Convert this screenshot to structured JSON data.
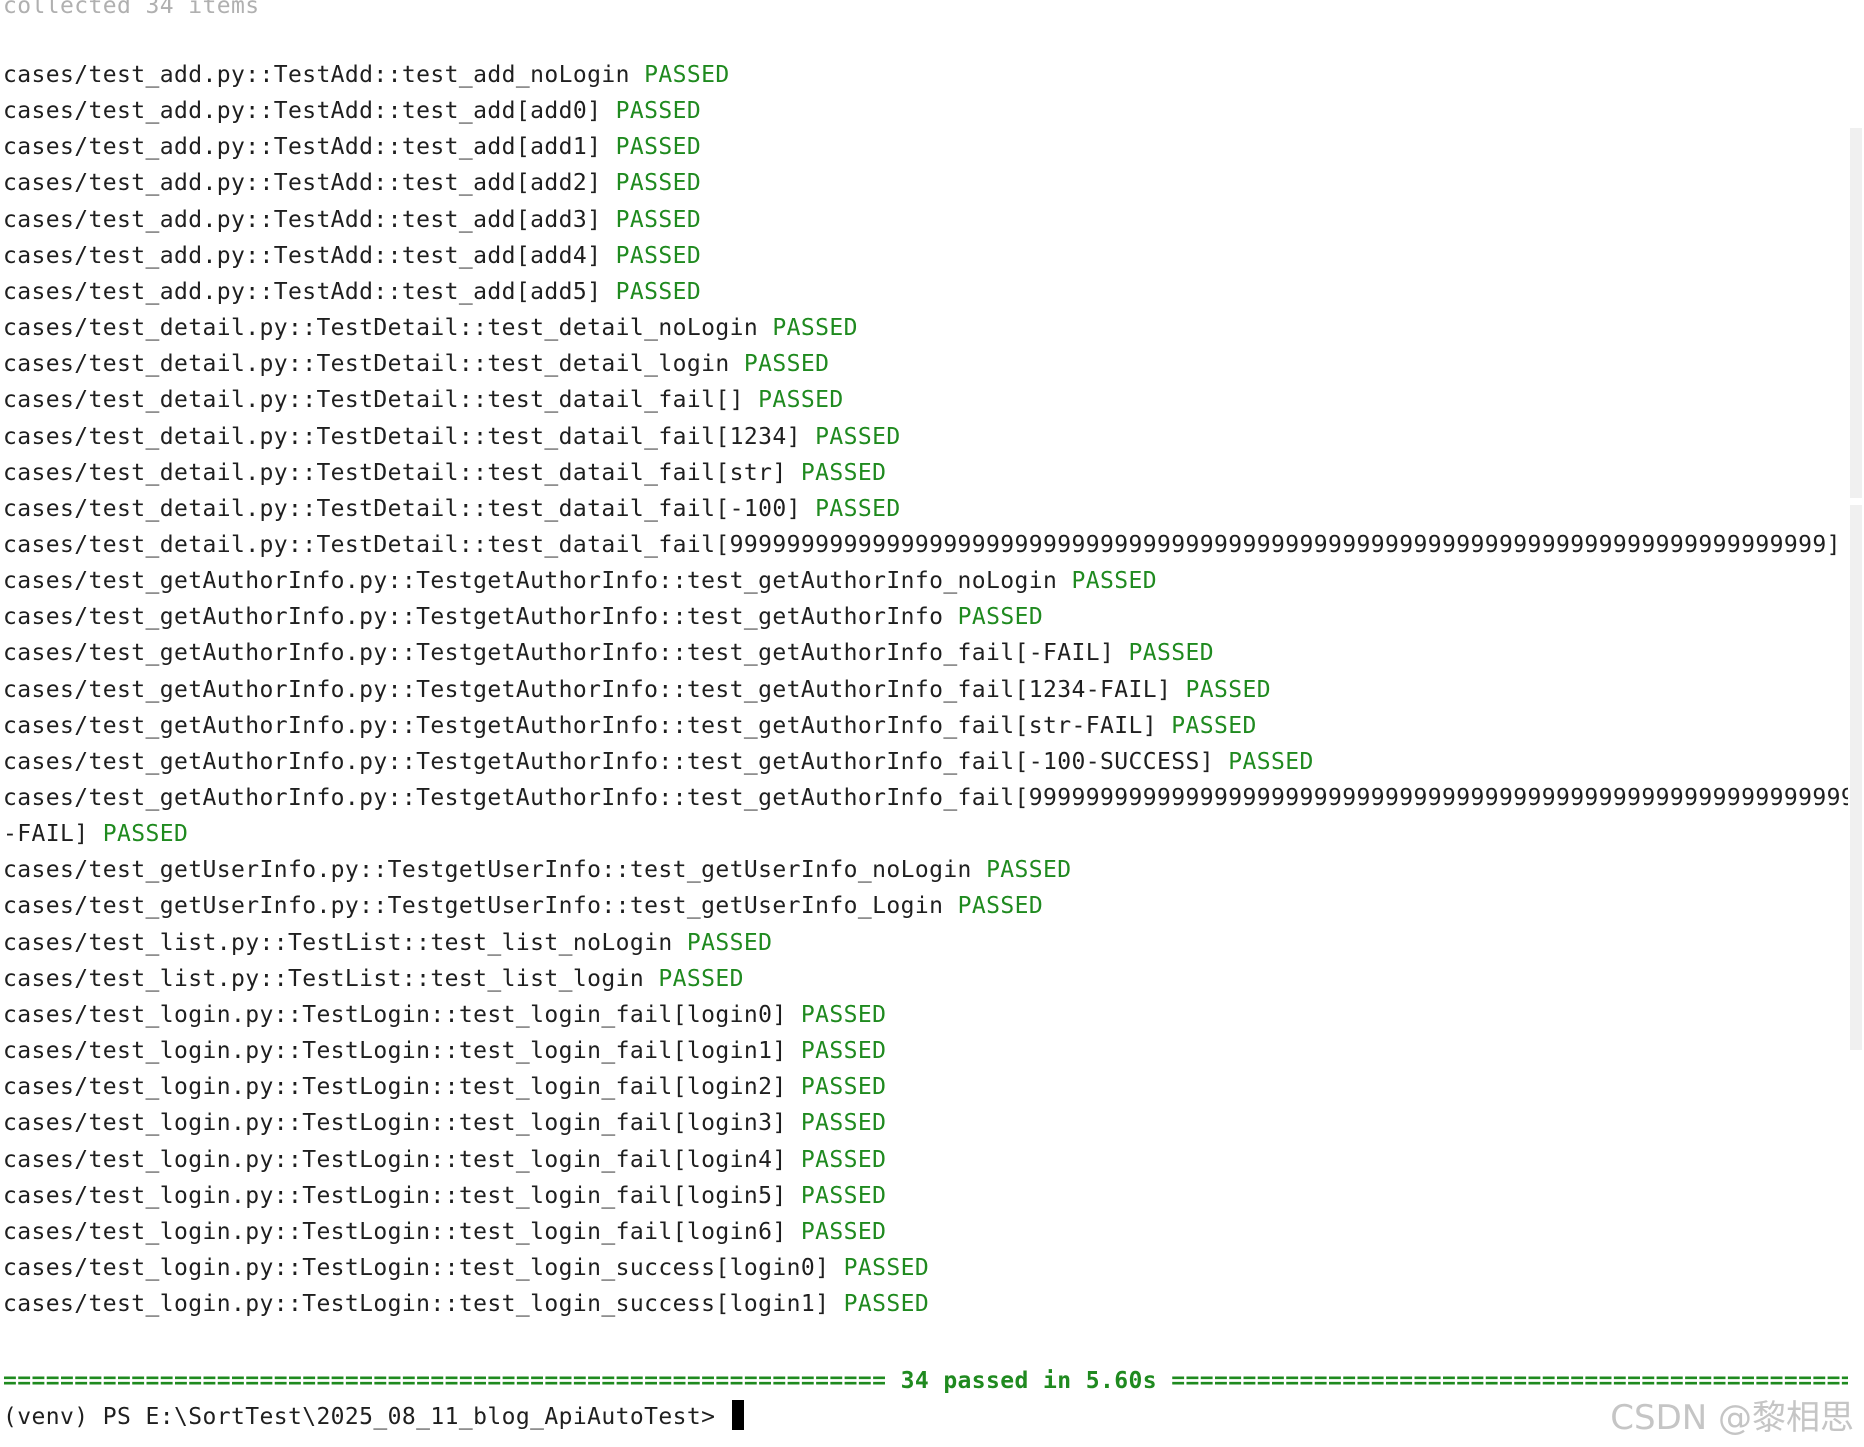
{
  "header_line": "collected 34 items",
  "results": [
    {
      "test": "cases/test_add.py::TestAdd::test_add_noLogin",
      "status": "PASSED"
    },
    {
      "test": "cases/test_add.py::TestAdd::test_add[add0]",
      "status": "PASSED"
    },
    {
      "test": "cases/test_add.py::TestAdd::test_add[add1]",
      "status": "PASSED"
    },
    {
      "test": "cases/test_add.py::TestAdd::test_add[add2]",
      "status": "PASSED"
    },
    {
      "test": "cases/test_add.py::TestAdd::test_add[add3]",
      "status": "PASSED"
    },
    {
      "test": "cases/test_add.py::TestAdd::test_add[add4]",
      "status": "PASSED"
    },
    {
      "test": "cases/test_add.py::TestAdd::test_add[add5]",
      "status": "PASSED"
    },
    {
      "test": "cases/test_detail.py::TestDetail::test_detail_noLogin",
      "status": "PASSED"
    },
    {
      "test": "cases/test_detail.py::TestDetail::test_detail_login",
      "status": "PASSED"
    },
    {
      "test": "cases/test_detail.py::TestDetail::test_datail_fail[]",
      "status": "PASSED"
    },
    {
      "test": "cases/test_detail.py::TestDetail::test_datail_fail[1234]",
      "status": "PASSED"
    },
    {
      "test": "cases/test_detail.py::TestDetail::test_datail_fail[str]",
      "status": "PASSED"
    },
    {
      "test": "cases/test_detail.py::TestDetail::test_datail_fail[-100]",
      "status": "PASSED"
    },
    {
      "test": "cases/test_detail.py::TestDetail::test_datail_fail[99999999999999999999999999999999999999999999999999999999999999999999999999999]",
      "status": "PASSED"
    },
    {
      "test": "cases/test_getAuthorInfo.py::TestgetAuthorInfo::test_getAuthorInfo_noLogin",
      "status": "PASSED"
    },
    {
      "test": "cases/test_getAuthorInfo.py::TestgetAuthorInfo::test_getAuthorInfo",
      "status": "PASSED"
    },
    {
      "test": "cases/test_getAuthorInfo.py::TestgetAuthorInfo::test_getAuthorInfo_fail[-FAIL]",
      "status": "PASSED"
    },
    {
      "test": "cases/test_getAuthorInfo.py::TestgetAuthorInfo::test_getAuthorInfo_fail[1234-FAIL]",
      "status": "PASSED"
    },
    {
      "test": "cases/test_getAuthorInfo.py::TestgetAuthorInfo::test_getAuthorInfo_fail[str-FAIL]",
      "status": "PASSED"
    },
    {
      "test": "cases/test_getAuthorInfo.py::TestgetAuthorInfo::test_getAuthorInfo_fail[-100-SUCCESS]",
      "status": "PASSED"
    },
    {
      "test": "cases/test_getAuthorInfo.py::TestgetAuthorInfo::test_getAuthorInfo_fail[99999999999999999999999999999999999999999999999999999999999999999999999999",
      "status": ""
    },
    {
      "test": "-FAIL]",
      "status": "PASSED"
    },
    {
      "test": "cases/test_getUserInfo.py::TestgetUserInfo::test_getUserInfo_noLogin",
      "status": "PASSED"
    },
    {
      "test": "cases/test_getUserInfo.py::TestgetUserInfo::test_getUserInfo_Login",
      "status": "PASSED"
    },
    {
      "test": "cases/test_list.py::TestList::test_list_noLogin",
      "status": "PASSED"
    },
    {
      "test": "cases/test_list.py::TestList::test_list_login",
      "status": "PASSED"
    },
    {
      "test": "cases/test_login.py::TestLogin::test_login_fail[login0]",
      "status": "PASSED"
    },
    {
      "test": "cases/test_login.py::TestLogin::test_login_fail[login1]",
      "status": "PASSED"
    },
    {
      "test": "cases/test_login.py::TestLogin::test_login_fail[login2]",
      "status": "PASSED"
    },
    {
      "test": "cases/test_login.py::TestLogin::test_login_fail[login3]",
      "status": "PASSED"
    },
    {
      "test": "cases/test_login.py::TestLogin::test_login_fail[login4]",
      "status": "PASSED"
    },
    {
      "test": "cases/test_login.py::TestLogin::test_login_fail[login5]",
      "status": "PASSED"
    },
    {
      "test": "cases/test_login.py::TestLogin::test_login_fail[login6]",
      "status": "PASSED"
    },
    {
      "test": "cases/test_login.py::TestLogin::test_login_success[login0]",
      "status": "PASSED"
    },
    {
      "test": "cases/test_login.py::TestLogin::test_login_success[login1]",
      "status": "PASSED"
    }
  ],
  "summary": "============================================================== 34 passed in 5.60s ==============================================================",
  "prompt": "(venv) PS E:\\SortTest\\2025_08_11_blog_ApiAutoTest> ",
  "watermark": "CSDN @黎相思",
  "colors": {
    "passed": "#1f8a1f",
    "text": "#1f1f1f",
    "background": "#ffffff"
  }
}
